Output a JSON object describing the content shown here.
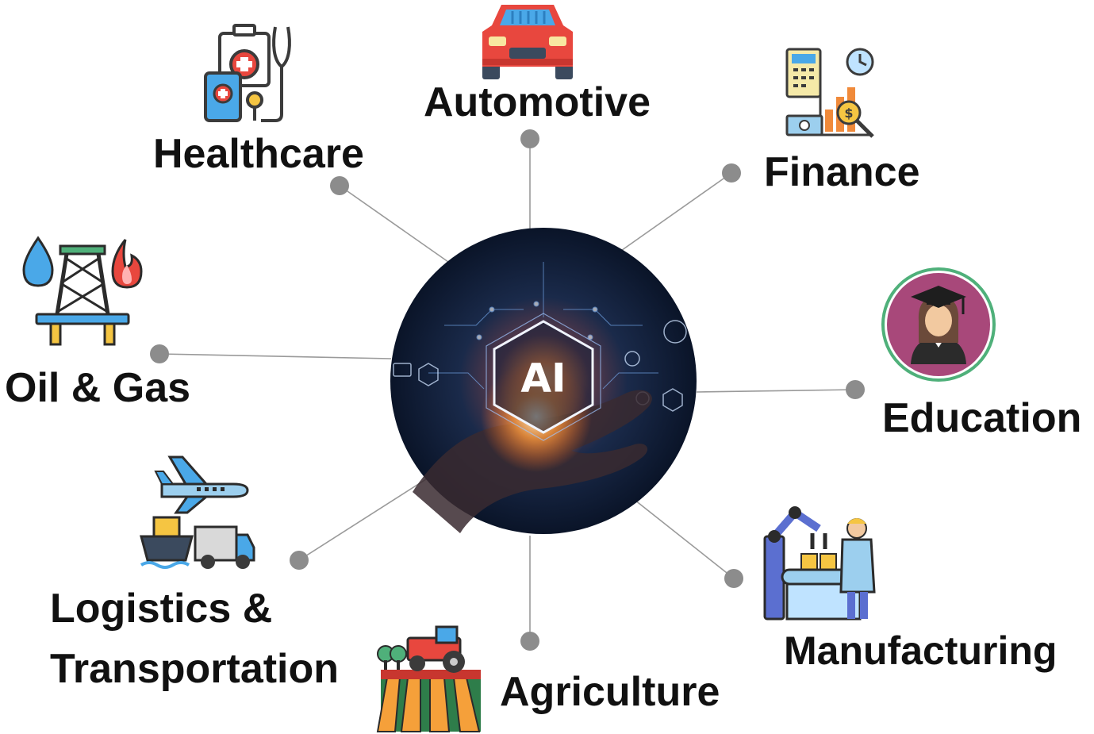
{
  "center": {
    "badge_text": "AI"
  },
  "sectors": [
    {
      "id": "automotive",
      "label": "Automotive",
      "icon": "car-icon"
    },
    {
      "id": "finance",
      "label": "Finance",
      "icon": "finance-icon"
    },
    {
      "id": "education",
      "label": "Education",
      "icon": "graduate-icon"
    },
    {
      "id": "manufacturing",
      "label": "Manufacturing",
      "icon": "robot-arm-icon"
    },
    {
      "id": "agriculture",
      "label": "Agriculture",
      "icon": "tractor-field-icon"
    },
    {
      "id": "logistics",
      "label_line1": "Logistics &",
      "label_line2": "Transportation",
      "icon": "transport-icon"
    },
    {
      "id": "oilgas",
      "label": "Oil & Gas",
      "icon": "oil-rig-icon"
    },
    {
      "id": "healthcare",
      "label": "Healthcare",
      "icon": "medical-kit-icon"
    }
  ],
  "colors": {
    "connector": "#9a9a9a",
    "dot": "#8c8c8c",
    "text": "#111111",
    "center_bg": "#0d1a33",
    "glow": "#ff9a3c"
  }
}
